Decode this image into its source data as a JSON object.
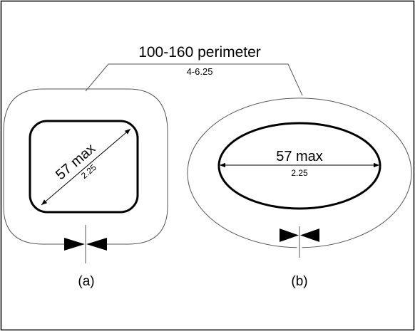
{
  "callout": {
    "perimeter_label": "100-160 perimeter",
    "perimeter_inches": "4-6.25"
  },
  "figure_a": {
    "dimension_label": "57 max",
    "dimension_inches": "2.25",
    "caption": "(a)"
  },
  "figure_b": {
    "dimension_label": "57 max",
    "dimension_inches": "2.25",
    "caption": "(b)"
  },
  "colors": {
    "outline": "#000000",
    "perimeter_line": "#555555"
  }
}
